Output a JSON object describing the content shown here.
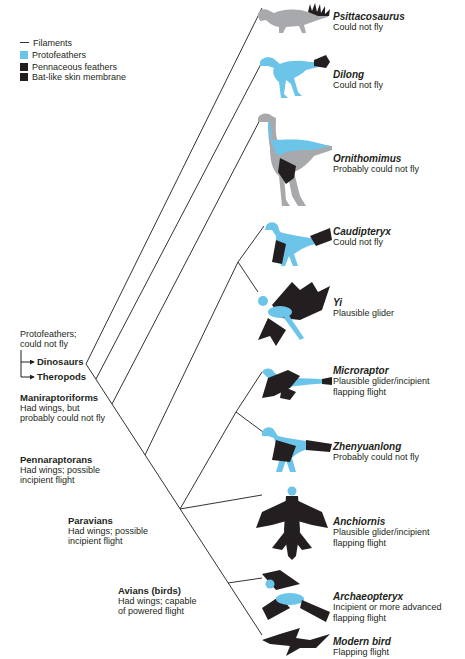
{
  "diagram": {
    "nodes": [
      {
        "text": [
          "Psittacosaurus",
          "Could not fly"
        ]
      },
      {
        "text": [
          "Dilong",
          "Could not fly"
        ]
      },
      {
        "text": [
          "Ornithomimus",
          "Probably could not fly"
        ]
      },
      {
        "text": [
          "Caudipteryx",
          "Could not fly"
        ]
      },
      {
        "text": [
          "Yi",
          "Plausible glider"
        ]
      },
      {
        "text": [
          "Microraptor",
          "Plausible glider/incipient flapping flight"
        ]
      },
      {
        "text": [
          "Zhenyuanlong",
          "Probably could not fly"
        ]
      },
      {
        "text": [
          "Anchiornis",
          "Plausible glider/incipient flapping flight"
        ]
      },
      {
        "text": [
          "Archaeopteryx",
          "Incipient or more advanced flapping flight"
        ]
      },
      {
        "text": [
          "Modern bird",
          "Flapping flight"
        ]
      }
    ],
    "labels": [
      "Protofeathers; could not fly",
      "Dinosaurs",
      "Theropods",
      "Maniraptoriforms",
      "Had wings, but probably could not fly",
      "Pennaraptorans",
      "Had wings; possible incipient flight",
      "Paravians",
      "Had wings; possible incipient flight",
      "Avians (birds)",
      "Had wings; capable of powered flight"
    ],
    "legend": [
      {
        "text": "Filaments"
      },
      {
        "text": "Protofeathers",
        "color": "#6cc4e9"
      },
      {
        "text": "Pennaceous feathers",
        "color": "#231f20"
      },
      {
        "text": "Bat-like skin membrane",
        "color": "#231f20"
      }
    ]
  }
}
